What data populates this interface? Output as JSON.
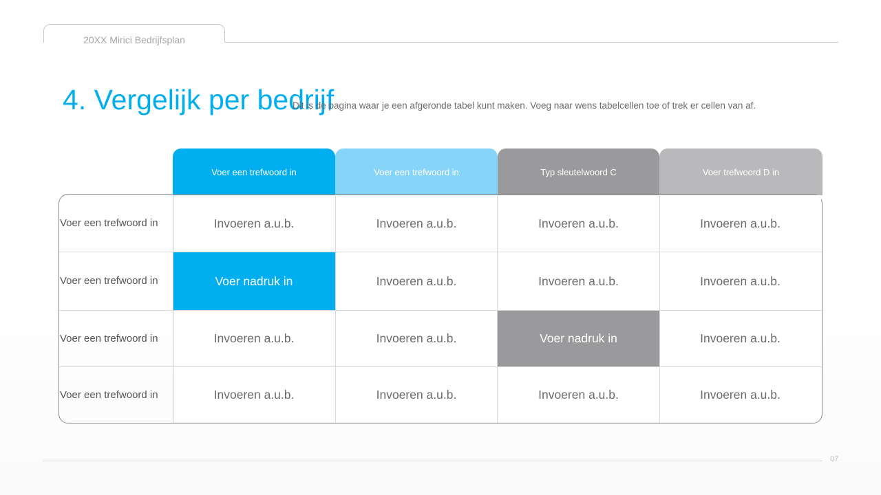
{
  "header": {
    "tab_label": "20XX Mirici Bedrijfsplan"
  },
  "slide": {
    "title": "4. Vergelijk per bedrijf",
    "subtitle": "Dit is de pagina waar je een afgeronde tabel kunt maken. Voeg naar wens tabelcellen toe of trek er cellen van af."
  },
  "table": {
    "columns": [
      {
        "label": "Voer een trefwoord in",
        "color": "#00aeef"
      },
      {
        "label": "Voer een trefwoord in",
        "color": "#87d4f9"
      },
      {
        "label": "Typ sleutelwoord C",
        "color": "#9a9a9c"
      },
      {
        "label": "Voer trefwoord D in",
        "color": "#b9b9bb"
      }
    ],
    "rows": [
      {
        "label": "Voer een trefwoord in",
        "cells": [
          "Invoeren a.u.b.",
          "Invoeren a.u.b.",
          "Invoeren a.u.b.",
          "Invoeren a.u.b."
        ]
      },
      {
        "label": "Voer een trefwoord in",
        "cells": [
          "Voer nadruk in",
          "Invoeren a.u.b.",
          "Invoeren a.u.b.",
          "Invoeren a.u.b."
        ]
      },
      {
        "label": "Voer een trefwoord in",
        "cells": [
          "Invoeren a.u.b.",
          "Invoeren a.u.b.",
          "Voer nadruk in",
          "Invoeren a.u.b."
        ]
      },
      {
        "label": "Voer een trefwoord in",
        "cells": [
          "Invoeren a.u.b.",
          "Invoeren a.u.b.",
          "Invoeren a.u.b.",
          "Invoeren a.u.b."
        ]
      }
    ],
    "highlight_colors": {
      "blue": "#00aeef",
      "gray": "#9a9a9c"
    }
  },
  "footer": {
    "page_number": "07"
  }
}
